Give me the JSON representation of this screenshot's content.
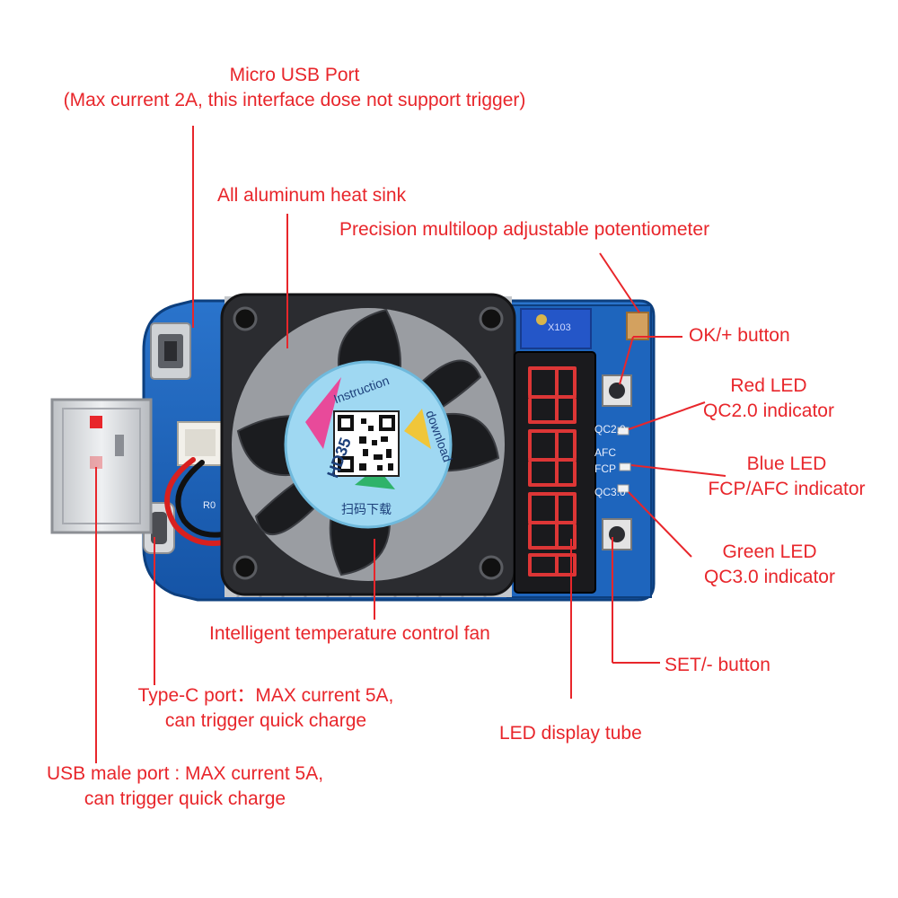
{
  "colors": {
    "label_text": "#e8262b",
    "leader_line": "#e8262b",
    "pcb": "#1d62b8",
    "pcb_edge": "#0d3f7e",
    "fan_frame": "#2b2c30",
    "fan_blade": "#1b1c1f",
    "heatsink": "#c9ccd0",
    "sticker": "#9fd8f2",
    "display_bg": "#1a1a1d",
    "segment": "#ff3b3b",
    "pot_body": "#2456c8",
    "usb_metal": "#d9dadc",
    "wire_red": "#d8201f",
    "wire_black": "#111111"
  },
  "labels": {
    "micro_usb": {
      "title": "Micro USB Port",
      "detail": "(Max current 2A, this interface dose not support trigger)"
    },
    "heat_sink": "All aluminum heat sink",
    "potentiometer": "Precision multiloop adjustable potentiometer",
    "ok_button": "OK/+ button",
    "red_led": {
      "line1": "Red LED",
      "line2": "QC2.0 indicator"
    },
    "blue_led": {
      "line1": "Blue LED",
      "line2": "FCP/AFC indicator"
    },
    "green_led": {
      "line1": "Green LED",
      "line2": "QC3.0 indicator"
    },
    "fan": "Intelligent temperature control fan",
    "set_button": "SET/- button",
    "type_c": {
      "line1": "Type-C port：MAX current 5A,",
      "line2": "can trigger quick charge"
    },
    "display": "LED display tube",
    "usb_male": {
      "line1": "USB male port : MAX current 5A,",
      "line2": "can trigger quick charge"
    }
  },
  "board": {
    "sticker_model": "HD35",
    "sticker_top": "Instruction",
    "sticker_right": "download",
    "sticker_bottom": "扫码下载",
    "silk_qc2": "QC2.0",
    "silk_afc": "AFC",
    "silk_fcp": "FCP",
    "silk_qc3": "QC3.0",
    "silk_ro": "R0",
    "pot_code": "X103"
  },
  "icons": {
    "fan": "cooling-fan-icon",
    "qr": "qr-code-icon",
    "pot": "potentiometer-icon"
  }
}
